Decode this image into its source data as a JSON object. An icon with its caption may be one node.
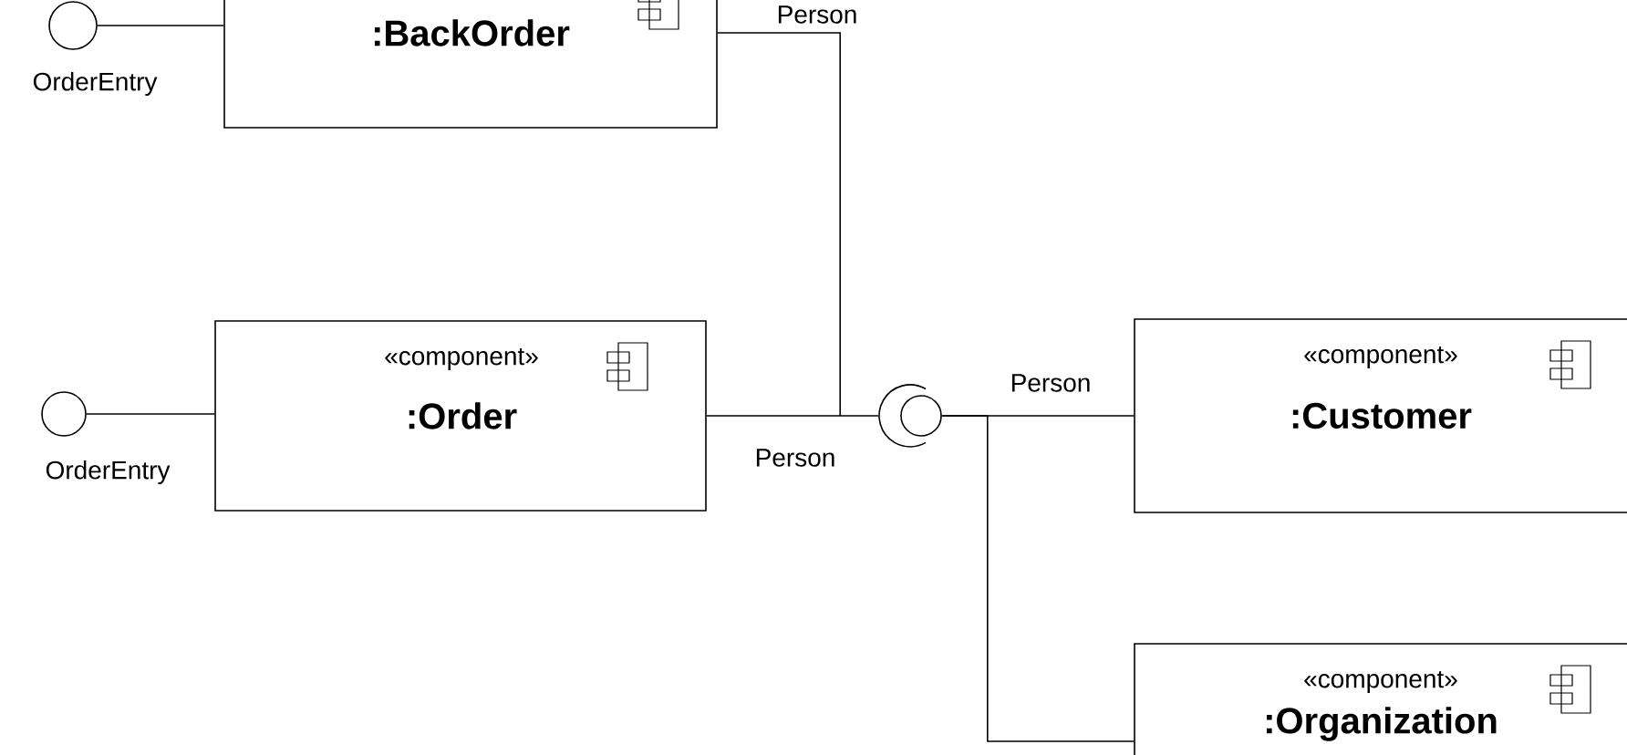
{
  "diagram": {
    "nodes": [
      {
        "text": [
          ":BackOrder"
        ]
      },
      {
        "text": [
          "OrderEntry"
        ]
      },
      {
        "text": [
          "«component»",
          ":Order"
        ]
      },
      {
        "text": [
          "OrderEntry"
        ]
      },
      {
        "text": [],
        "shape": "circle"
      },
      {
        "text": [
          "«component»",
          ":Customer"
        ]
      },
      {
        "text": [
          "«component»",
          ":Organization"
        ]
      }
    ],
    "edges": [
      {
        "from": 1,
        "to": 0,
        "arrow": "none"
      },
      {
        "from": 3,
        "to": 2,
        "arrow": "none"
      },
      {
        "from": 2,
        "to": 4,
        "arrow": "none",
        "label": "Person"
      },
      {
        "from": 0,
        "to": 4,
        "arrow": "none",
        "label": "Person"
      },
      {
        "from": 4,
        "to": 5,
        "arrow": "none",
        "label": "Person"
      },
      {
        "from": 4,
        "to": 6,
        "arrow": "none"
      }
    ]
  }
}
